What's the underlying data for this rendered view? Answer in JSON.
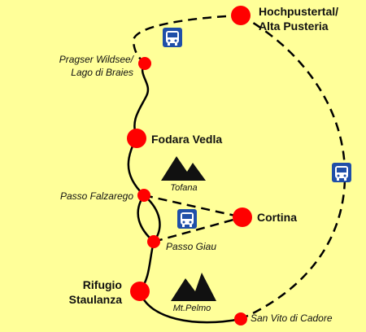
{
  "map": {
    "colors": {
      "background": "#ffff99",
      "stop": "#ff0000",
      "route": "#000000",
      "bus_icon_bg": "#1f4fa8",
      "mountain": "#111111"
    },
    "places": {
      "hochpustertal": {
        "line1": "Hochpustertal/",
        "line2": "Alta Pusteria"
      },
      "pragser": {
        "line1": "Pragser Wildsee/",
        "line2": "Lago di Braies"
      },
      "fodara": {
        "label": "Fodara Vedla"
      },
      "falzarego": {
        "label": "Passo Falzarego"
      },
      "cortina": {
        "label": "Cortina"
      },
      "giau": {
        "label": "Passo Giau"
      },
      "staulanza": {
        "line1": "Rifugio",
        "line2": "Staulanza"
      },
      "sanvito": {
        "label": "San Vito di Cadore"
      }
    },
    "peaks": {
      "tofana": {
        "label": "Tofana",
        "icon": "mountain-icon"
      },
      "pelmo": {
        "label": "Mt.Pelmo",
        "icon": "mountain-icon"
      }
    },
    "icons": {
      "bus": "bus-icon"
    }
  }
}
